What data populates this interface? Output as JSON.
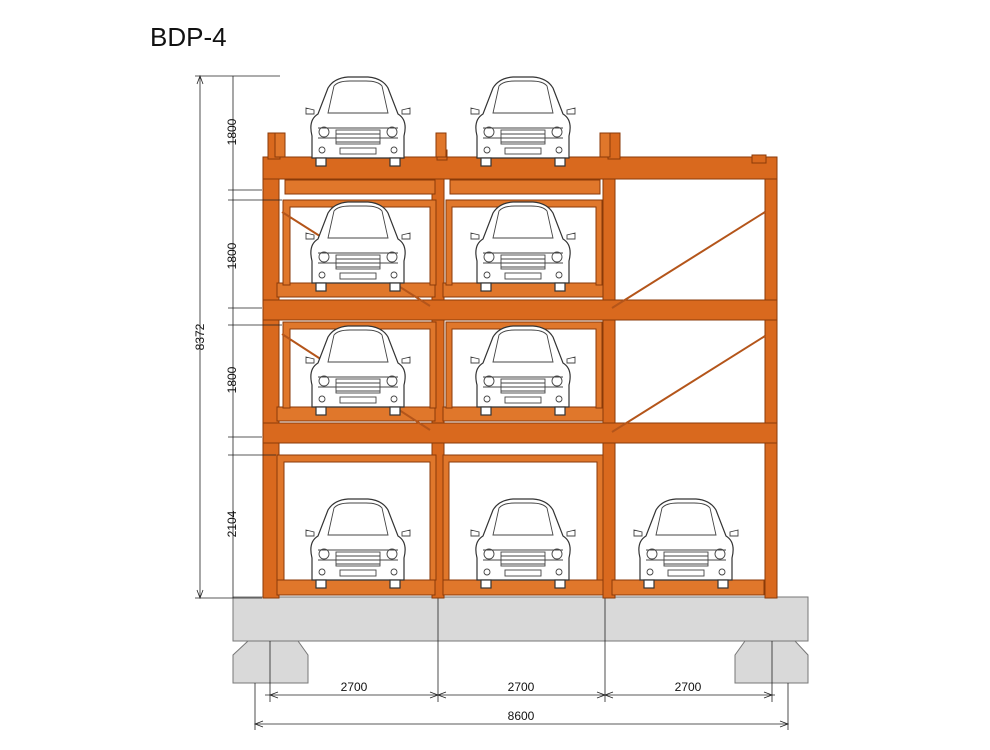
{
  "title": "BDP-4",
  "dimensions": {
    "level_heights": [
      "1800",
      "1800",
      "1800",
      "2104"
    ],
    "total_height": "8372",
    "bay_widths": [
      "2700",
      "2700",
      "2700"
    ],
    "total_width": "8600"
  },
  "colors": {
    "steel_frame": "#d9691e",
    "pallet": "#e0772b",
    "foundation": "#d9d9d9"
  },
  "car_icon": "car-front-icon"
}
